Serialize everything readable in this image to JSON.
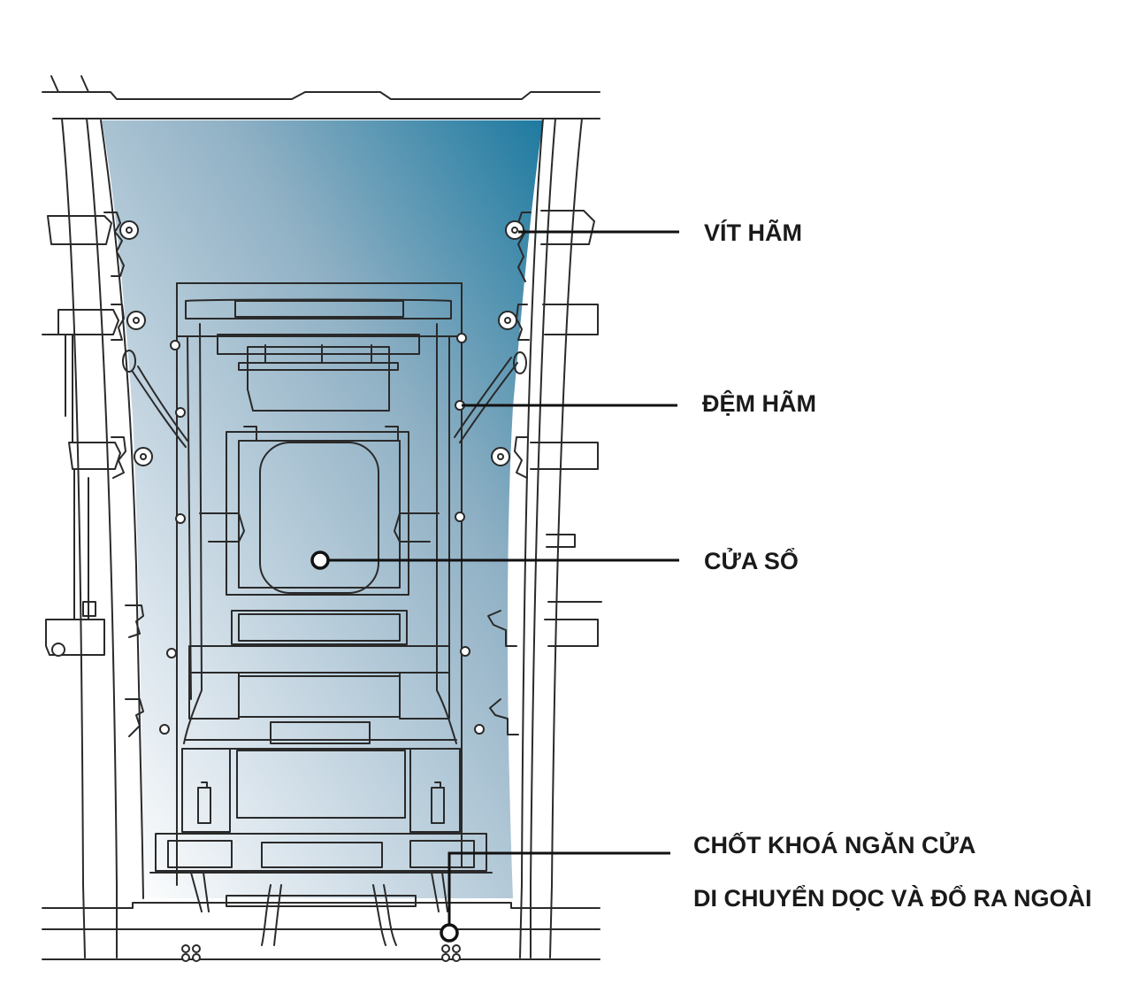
{
  "labels": {
    "vit_ham": "VÍT HÃM",
    "dem_ham": "ĐỆM HÃM",
    "cua_so": "CỬA SỔ",
    "chot_line1": "CHỐT KHOÁ NGĂN CỬA",
    "chot_line2": "DI CHUYỂN DỌC VÀ ĐỔ RA NGOÀI"
  },
  "colors": {
    "line": "#2a2a2a",
    "panel_top_right": "#1e7aa0",
    "panel_mid": "#8fb0c4",
    "panel_bottom_left": "#ffffff"
  }
}
